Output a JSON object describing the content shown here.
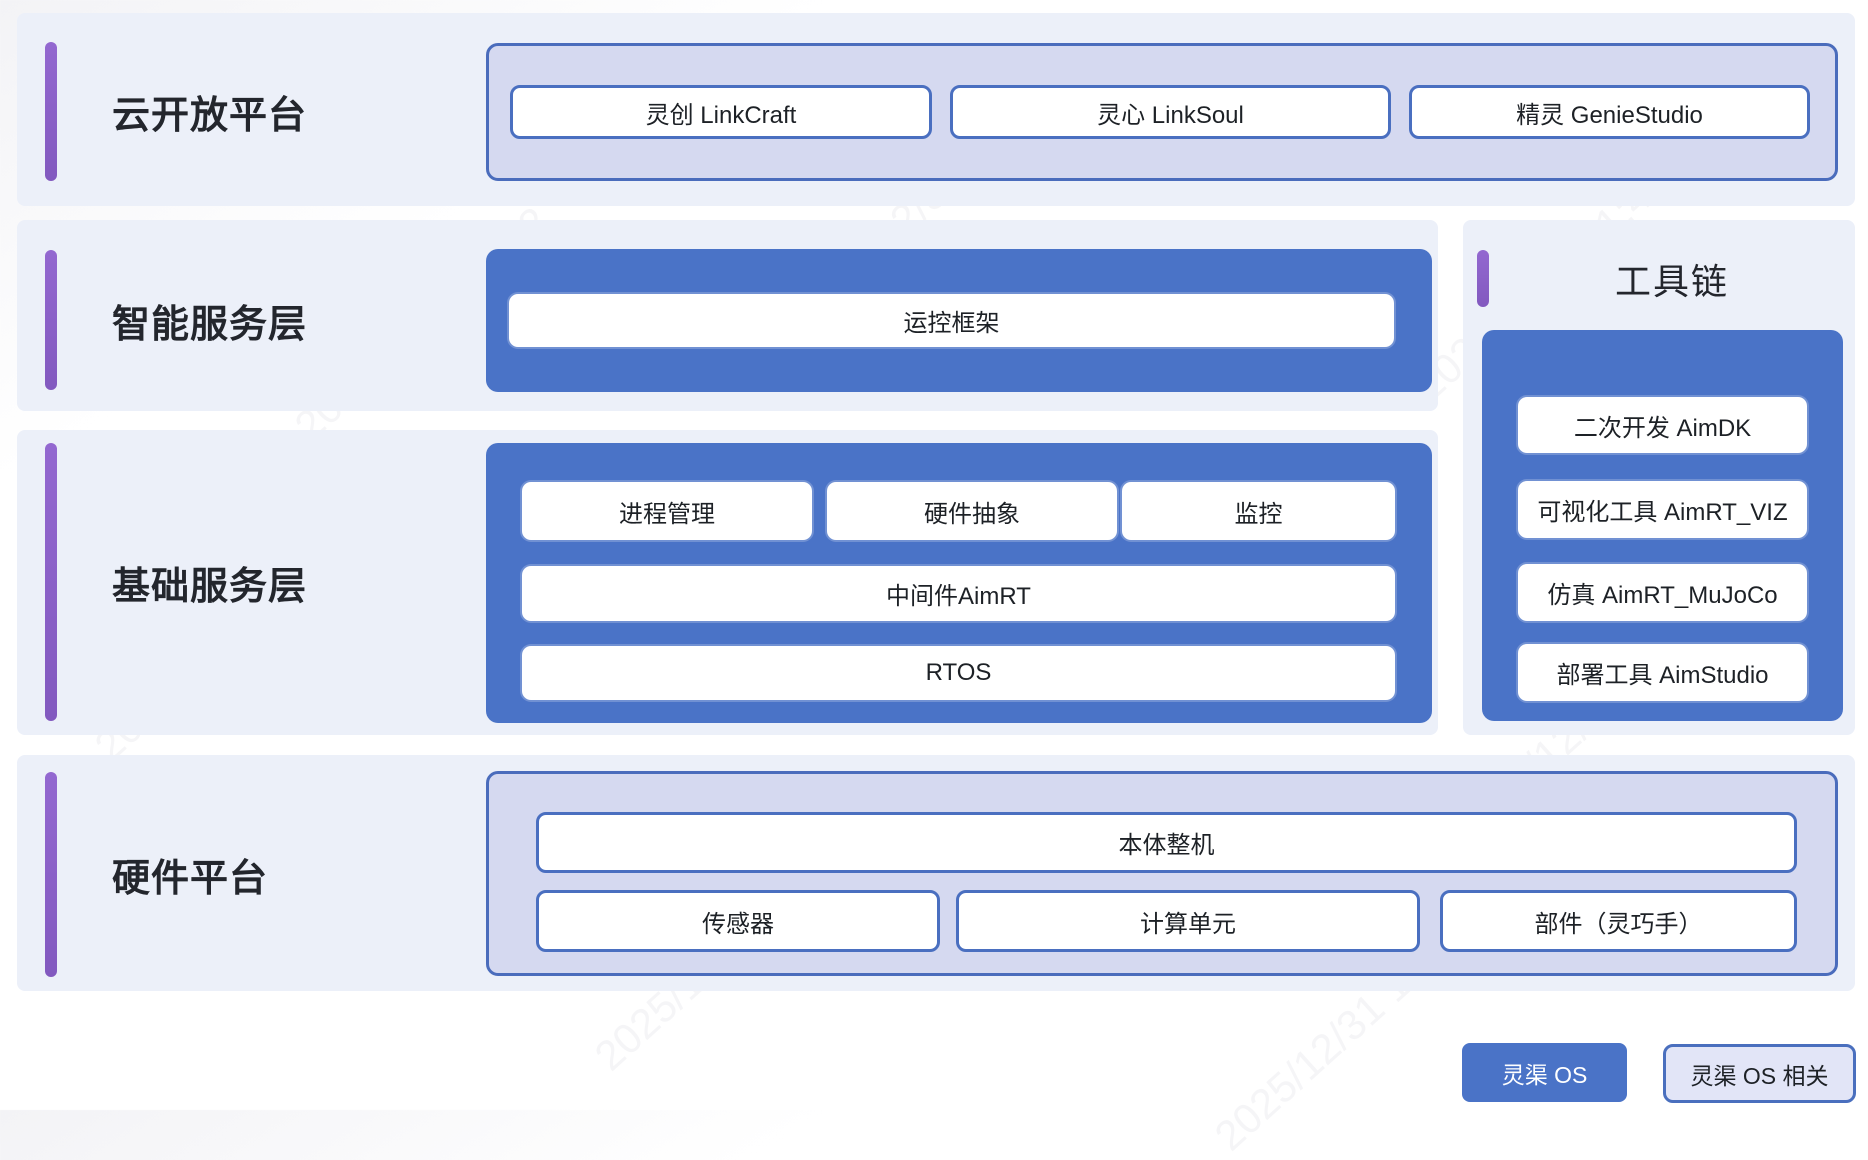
{
  "sections": {
    "cloud": {
      "label": "云开放平台",
      "items": [
        "灵创 LinkCraft",
        "灵心 LinkSoul",
        "精灵 GenieStudio"
      ]
    },
    "intelligent": {
      "label": "智能服务层",
      "items": [
        "运控框架"
      ]
    },
    "foundation": {
      "label": "基础服务层",
      "row1": [
        "进程管理",
        "硬件抽象",
        "监控"
      ],
      "row2": "中间件AimRT",
      "row3": "RTOS"
    },
    "toolchain": {
      "label": "工具链",
      "items": [
        "二次开发 AimDK",
        "可视化工具 AimRT_VIZ",
        "仿真 AimRT_MuJoCo",
        "部署工具 AimStudio"
      ]
    },
    "hardware": {
      "label": "硬件平台",
      "row1": "本体整机",
      "row2": [
        "传感器",
        "计算单元",
        "部件（灵巧手）"
      ]
    }
  },
  "legend": {
    "filled": "灵渠 OS",
    "outlined": "灵渠 OS 相关"
  },
  "watermark": {
    "text": "2025/12/31 11:42"
  },
  "colors": {
    "accent_blue": "#4a73c7",
    "border_blue": "#4a6cbc",
    "lavender": "#d5d9f0",
    "panel_bg": "#ecf0f9",
    "accent_purple": "#8c63cb",
    "text_dark": "#23262d",
    "white": "#ffffff"
  }
}
